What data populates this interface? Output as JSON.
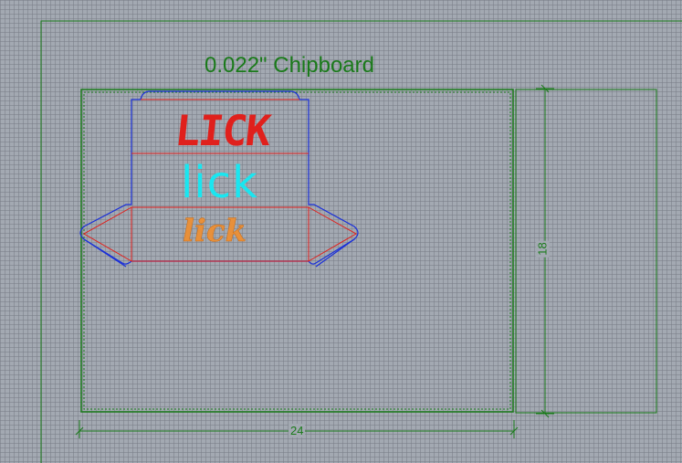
{
  "material": {
    "label": "0.022\" Chipboard"
  },
  "dimensions": {
    "width": "24",
    "height": "18"
  },
  "design": {
    "text_1": "LICK",
    "text_2": "lick",
    "text_3": "lick"
  },
  "colors": {
    "background": "#a3a9b2",
    "material_outline": "#1a7a1a",
    "cut_line": "#1a2fd8",
    "score_line": "#e0201c",
    "text_1": "#e0201c",
    "text_2": "#19e6f0",
    "text_3": "#e8903a"
  }
}
